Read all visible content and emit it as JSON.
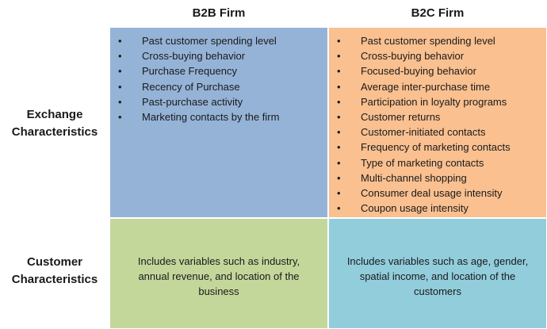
{
  "columns": {
    "b2b": "B2B Firm",
    "b2c": "B2C Firm"
  },
  "rows": {
    "exchange": [
      "Exchange",
      "Characteristics"
    ],
    "customer": [
      "Customer",
      "Characteristics"
    ]
  },
  "exchange": {
    "b2b": [
      "Past customer spending level",
      "Cross-buying behavior",
      "Purchase Frequency",
      "Recency of Purchase",
      "Past-purchase activity",
      "Marketing contacts by the firm"
    ],
    "b2c": [
      "Past customer spending level",
      "Cross-buying behavior",
      "Focused-buying behavior",
      "Average inter-purchase time",
      "Participation in loyalty programs",
      "Customer returns",
      "Customer-initiated contacts",
      "Frequency of marketing contacts",
      "Type of marketing contacts",
      "Multi-channel shopping",
      "Consumer deal usage intensity",
      "Coupon usage intensity"
    ]
  },
  "customer": {
    "b2b": [
      "Includes variables such as industry,",
      "annual revenue, and location of the",
      "business"
    ],
    "b2c": [
      "Includes variables such as age, gender,",
      "spatial income, and location of the",
      "customers"
    ]
  },
  "colors": {
    "b2b_exchange": "#95b3d7",
    "b2c_exchange": "#fac090",
    "b2b_customer": "#c4d79b",
    "b2c_customer": "#92cddc"
  }
}
